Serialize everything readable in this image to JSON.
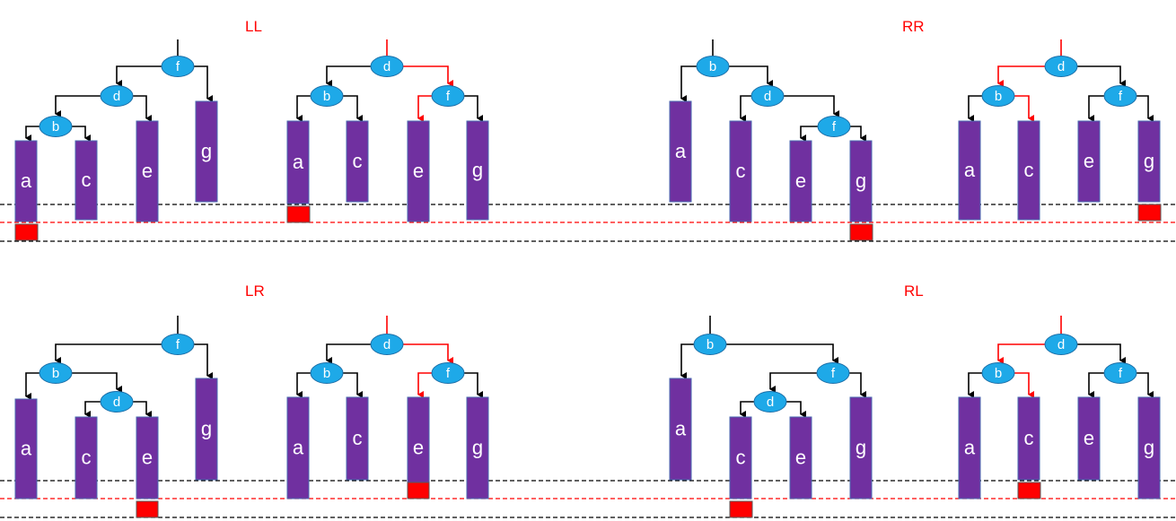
{
  "colors": {
    "node_fill": "#1ea9e8",
    "bar_fill": "#7030a0",
    "bar_stroke": "#4a6ab0",
    "red": "#ff0000",
    "edge": "#000000",
    "red_block": "#ff0000"
  },
  "panels": [
    {
      "id": "ll",
      "title": "LL",
      "before": {
        "nodes": [
          {
            "id": "f",
            "label": "f"
          },
          {
            "id": "d",
            "label": "d"
          },
          {
            "id": "b",
            "label": "b"
          }
        ],
        "bars": [
          {
            "id": "a",
            "label": "a",
            "red_block": true
          },
          {
            "id": "c",
            "label": "c"
          },
          {
            "id": "e",
            "label": "e"
          },
          {
            "id": "g",
            "label": "g"
          }
        ]
      },
      "after": {
        "nodes": [
          {
            "id": "d",
            "label": "d"
          },
          {
            "id": "b",
            "label": "b"
          },
          {
            "id": "f",
            "label": "f"
          }
        ],
        "bars": [
          {
            "id": "a",
            "label": "a",
            "red_block": true
          },
          {
            "id": "c",
            "label": "c"
          },
          {
            "id": "e",
            "label": "e"
          },
          {
            "id": "g",
            "label": "g"
          }
        ]
      }
    },
    {
      "id": "rr",
      "title": "RR",
      "before": {
        "nodes": [
          {
            "id": "b",
            "label": "b"
          },
          {
            "id": "d",
            "label": "d"
          },
          {
            "id": "f",
            "label": "f"
          }
        ],
        "bars": [
          {
            "id": "a",
            "label": "a"
          },
          {
            "id": "c",
            "label": "c"
          },
          {
            "id": "e",
            "label": "e"
          },
          {
            "id": "g",
            "label": "g",
            "red_block": true
          }
        ]
      },
      "after": {
        "nodes": [
          {
            "id": "d",
            "label": "d"
          },
          {
            "id": "b",
            "label": "b"
          },
          {
            "id": "f",
            "label": "f"
          }
        ],
        "bars": [
          {
            "id": "a",
            "label": "a"
          },
          {
            "id": "c",
            "label": "c"
          },
          {
            "id": "e",
            "label": "e"
          },
          {
            "id": "g",
            "label": "g",
            "red_block": true
          }
        ]
      }
    },
    {
      "id": "lr",
      "title": "LR",
      "before": {
        "nodes": [
          {
            "id": "f",
            "label": "f"
          },
          {
            "id": "b",
            "label": "b"
          },
          {
            "id": "d",
            "label": "d"
          }
        ],
        "bars": [
          {
            "id": "a",
            "label": "a"
          },
          {
            "id": "c",
            "label": "c"
          },
          {
            "id": "e",
            "label": "e",
            "red_block": true
          },
          {
            "id": "g",
            "label": "g"
          }
        ]
      },
      "after": {
        "nodes": [
          {
            "id": "d",
            "label": "d"
          },
          {
            "id": "b",
            "label": "b"
          },
          {
            "id": "f",
            "label": "f"
          }
        ],
        "bars": [
          {
            "id": "a",
            "label": "a"
          },
          {
            "id": "c",
            "label": "c"
          },
          {
            "id": "e",
            "label": "e",
            "red_block": true
          },
          {
            "id": "g",
            "label": "g"
          }
        ]
      }
    },
    {
      "id": "rl",
      "title": "RL",
      "before": {
        "nodes": [
          {
            "id": "b",
            "label": "b"
          },
          {
            "id": "f",
            "label": "f"
          },
          {
            "id": "d",
            "label": "d"
          }
        ],
        "bars": [
          {
            "id": "a",
            "label": "a"
          },
          {
            "id": "c",
            "label": "c",
            "red_block": true
          },
          {
            "id": "e",
            "label": "e"
          },
          {
            "id": "g",
            "label": "g"
          }
        ]
      },
      "after": {
        "nodes": [
          {
            "id": "d",
            "label": "d"
          },
          {
            "id": "b",
            "label": "b"
          },
          {
            "id": "f",
            "label": "f"
          }
        ],
        "bars": [
          {
            "id": "a",
            "label": "a"
          },
          {
            "id": "c",
            "label": "c",
            "red_block": true
          },
          {
            "id": "e",
            "label": "e"
          },
          {
            "id": "g",
            "label": "g"
          }
        ]
      }
    }
  ]
}
